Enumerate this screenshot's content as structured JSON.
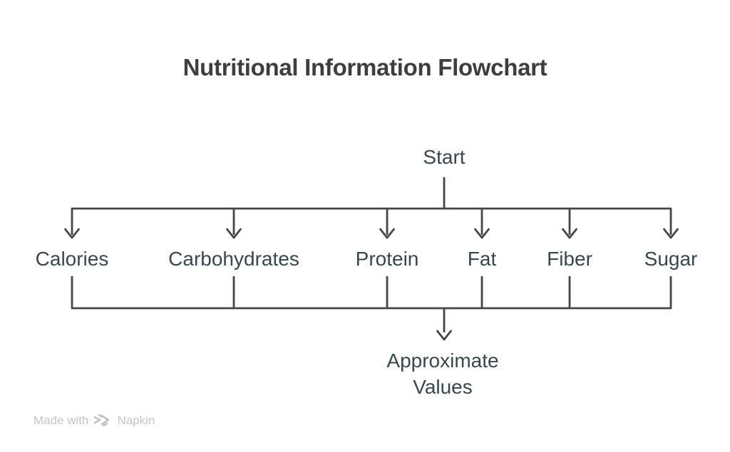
{
  "title": "Nutritional Information Flowchart",
  "flowchart": {
    "start": {
      "label": "Start"
    },
    "branches": [
      {
        "label": "Calories"
      },
      {
        "label": "Carbohydrates"
      },
      {
        "label": "Protein"
      },
      {
        "label": "Fat"
      },
      {
        "label": "Fiber"
      },
      {
        "label": "Sugar"
      }
    ],
    "end": {
      "label": "Approximate Values"
    }
  },
  "watermark": {
    "made_with": "Made with",
    "brand": "Napkin",
    "icon": "napkin-logo-icon"
  },
  "colors": {
    "background": "#ffffff",
    "line": "#464646",
    "node_label": "#37474f",
    "title": "#3e3e3e",
    "watermark": "#c5c5c5"
  }
}
